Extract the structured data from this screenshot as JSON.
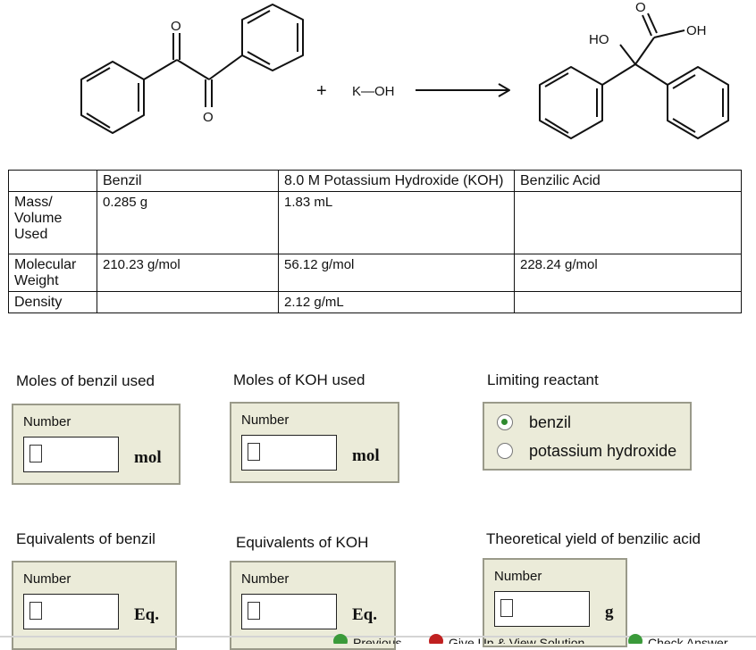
{
  "reaction": {
    "plus": "+",
    "reagent": "K—OH",
    "label_O": "O",
    "label_HO": "HO",
    "label_OH": "OH"
  },
  "table": {
    "headers": [
      "",
      "Benzil",
      "8.0 M Potassium Hydroxide (KOH)",
      "Benzilic Acid"
    ],
    "rows": [
      {
        "label": "Mass/ Volume Used",
        "cells": [
          "0.285 g",
          "1.83 mL",
          ""
        ]
      },
      {
        "label": "Molecular Weight",
        "cells": [
          "210.23 g/mol",
          "56.12 g/mol",
          "228.24 g/mol"
        ]
      },
      {
        "label": "Density",
        "cells": [
          "",
          "2.12 g/mL",
          ""
        ]
      }
    ]
  },
  "questions": {
    "moles_benzil": {
      "label": "Moles of benzil used",
      "field_label": "Number",
      "value": "",
      "unit": "mol"
    },
    "moles_koh": {
      "label": "Moles of KOH used",
      "field_label": "Number",
      "value": "",
      "unit": "mol"
    },
    "limiting": {
      "label": "Limiting reactant",
      "options": [
        "benzil",
        "potassium hydroxide"
      ],
      "selected": "benzil"
    },
    "eq_benzil": {
      "label": "Equivalents of benzil",
      "field_label": "Number",
      "value": "",
      "unit": "Eq."
    },
    "eq_koh": {
      "label": "Equivalents of KOH",
      "field_label": "Number",
      "value": "",
      "unit": "Eq."
    },
    "theoretical_yield": {
      "label": "Theoretical yield of benzilic acid",
      "field_label": "Number",
      "value": "",
      "unit": "g"
    }
  },
  "bottom_bar": {
    "previous": "Previous",
    "give_up": "Give Up & View Solution",
    "check": "Check Answer",
    "colors": {
      "previous": "#3a9a3a",
      "give_up": "#c02020",
      "check": "#3a9a3a"
    }
  }
}
